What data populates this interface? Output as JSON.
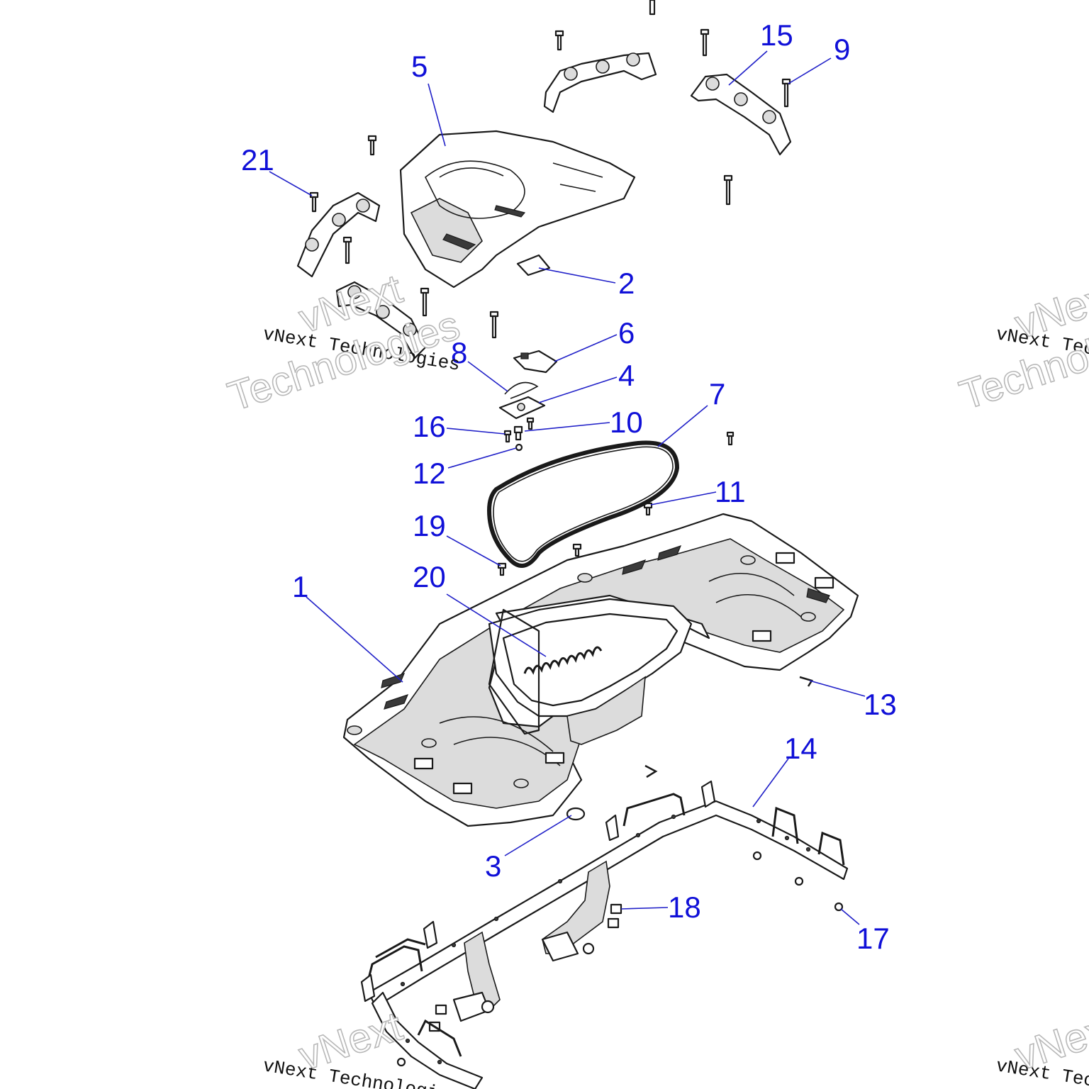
{
  "callouts": [
    {
      "id": "c1",
      "text": "1"
    },
    {
      "id": "c2",
      "text": "2"
    },
    {
      "id": "c3",
      "text": "3"
    },
    {
      "id": "c4",
      "text": "4"
    },
    {
      "id": "c5",
      "text": "5"
    },
    {
      "id": "c6",
      "text": "6"
    },
    {
      "id": "c7",
      "text": "7"
    },
    {
      "id": "c8",
      "text": "8"
    },
    {
      "id": "c9",
      "text": "9"
    },
    {
      "id": "c10",
      "text": "10"
    },
    {
      "id": "c11",
      "text": "11"
    },
    {
      "id": "c12",
      "text": "12"
    },
    {
      "id": "c13",
      "text": "13"
    },
    {
      "id": "c14",
      "text": "14"
    },
    {
      "id": "c15",
      "text": "15"
    },
    {
      "id": "c16",
      "text": "16"
    },
    {
      "id": "c17",
      "text": "17"
    },
    {
      "id": "c18",
      "text": "18"
    },
    {
      "id": "c19",
      "text": "19"
    },
    {
      "id": "c20",
      "text": "20"
    },
    {
      "id": "c21",
      "text": "21"
    }
  ],
  "watermark": {
    "line": "vNext Technologies",
    "word1": "vNext",
    "word2": "Technologies"
  },
  "colors": {
    "callout": "#1010d8",
    "leader": "#2020c8",
    "line_art": "#1a1a1a",
    "shade": "#dcdcdc"
  }
}
